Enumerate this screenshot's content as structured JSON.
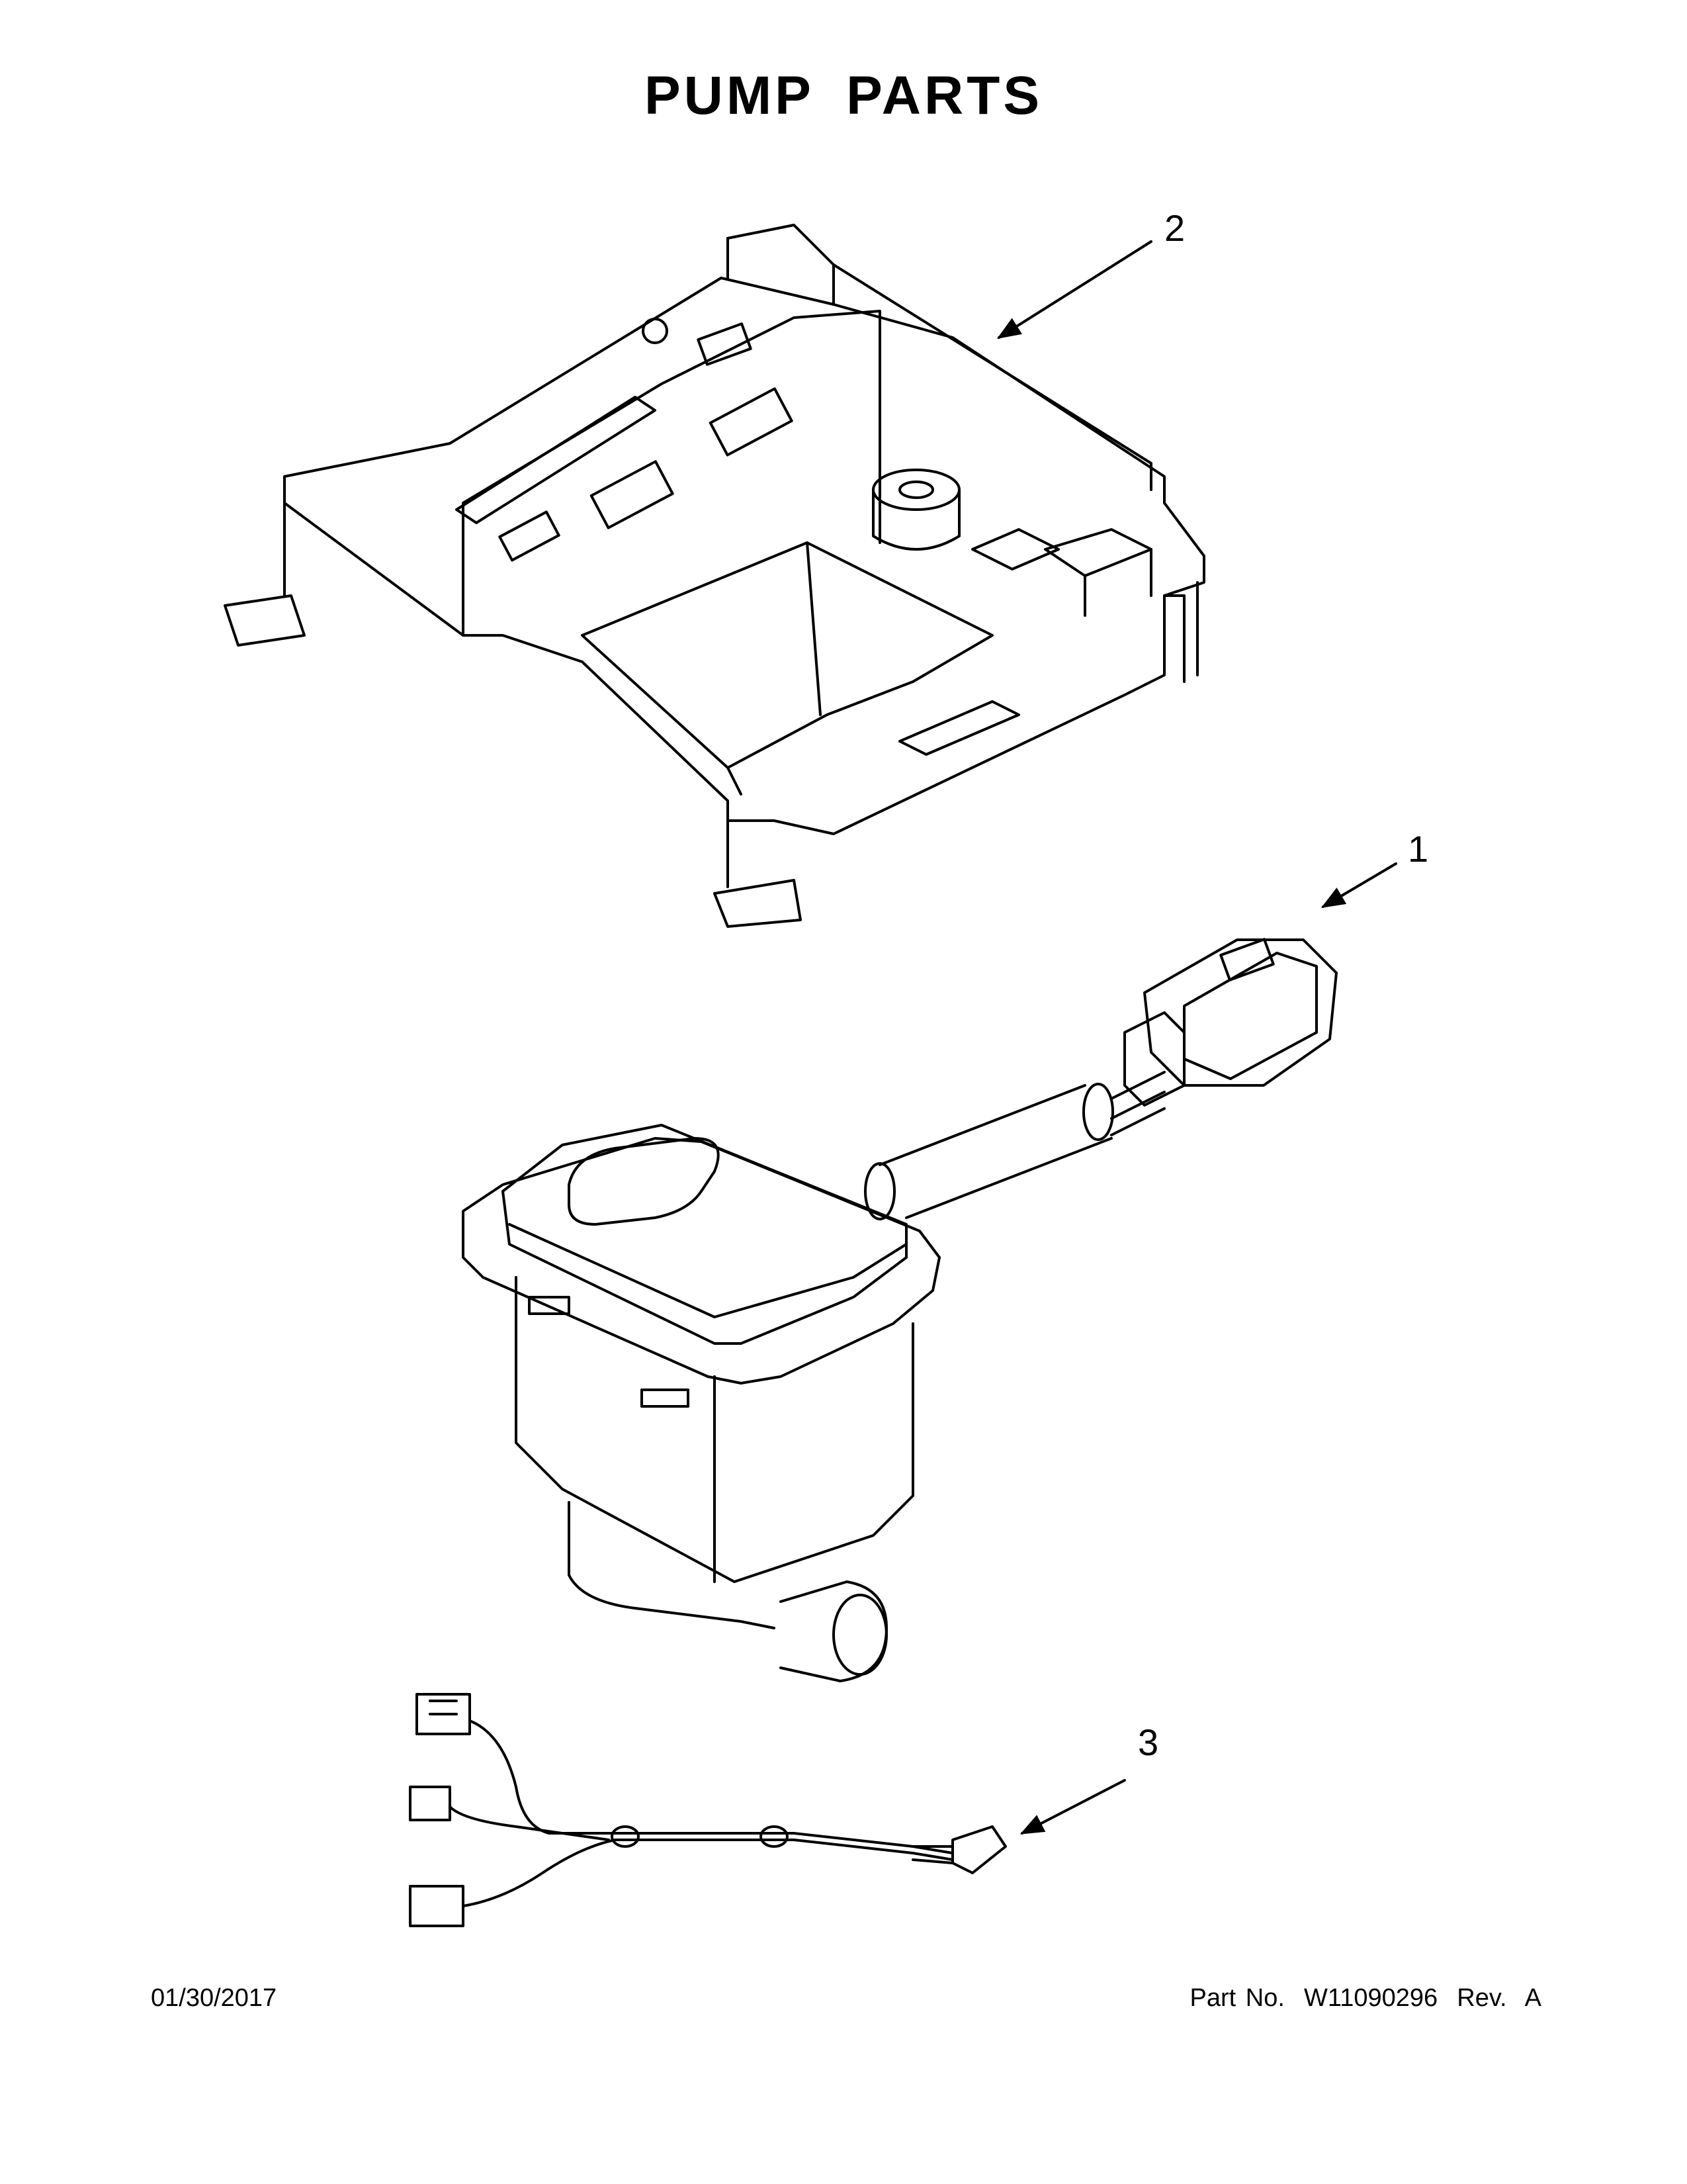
{
  "title": "PUMP PARTS",
  "callouts": {
    "c1": "1",
    "c2": "2",
    "c3": "3"
  },
  "footer": {
    "date": "01/30/2017",
    "part_label": "Part No.",
    "part_number": "W11090296",
    "rev_label": "Rev.",
    "rev": "A"
  },
  "parts": [
    {
      "callout": "1",
      "name": "pump-with-harness-connector"
    },
    {
      "callout": "2",
      "name": "pump-housing-tray"
    },
    {
      "callout": "3",
      "name": "wire-harness"
    }
  ]
}
